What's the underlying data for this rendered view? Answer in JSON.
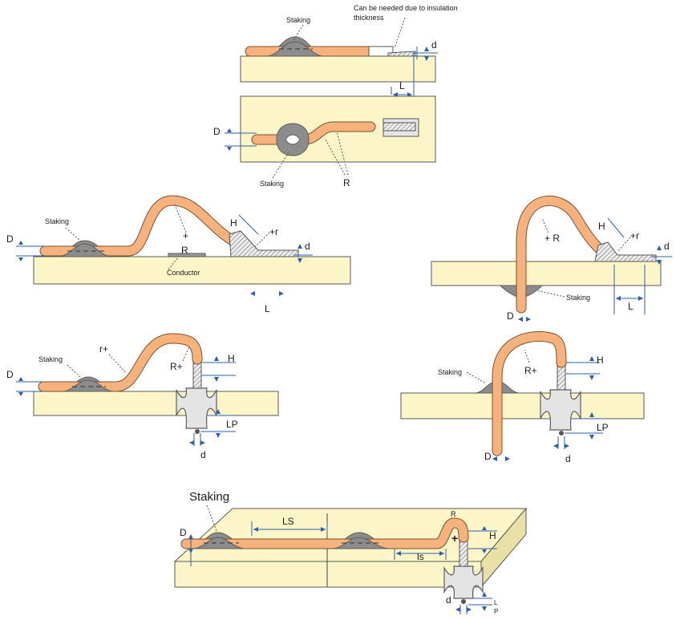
{
  "labels": {
    "staking": "Staking",
    "insulation_note_1": "Can be needed due to insulation",
    "insulation_note_2": "thickness",
    "d": "d",
    "D": "D",
    "L": "L",
    "R": "R",
    "H": "H",
    "plus_r": "+r",
    "plus_R": "+ R",
    "r_plus": "r+",
    "R_plus": "R+",
    "plus": "+",
    "conductor": "Conductor",
    "LP": "LP",
    "LS": "LS",
    "ls": "ls",
    "L_small": "L",
    "P_small": "P"
  },
  "colors": {
    "board": "#fcf5c7",
    "wire_outline": "#7a5230",
    "wire_fill": "#f6b27d",
    "staking": "#8c8c8c",
    "solder_joint": "#e4e4e4",
    "dimension": "#2f5fa8"
  }
}
